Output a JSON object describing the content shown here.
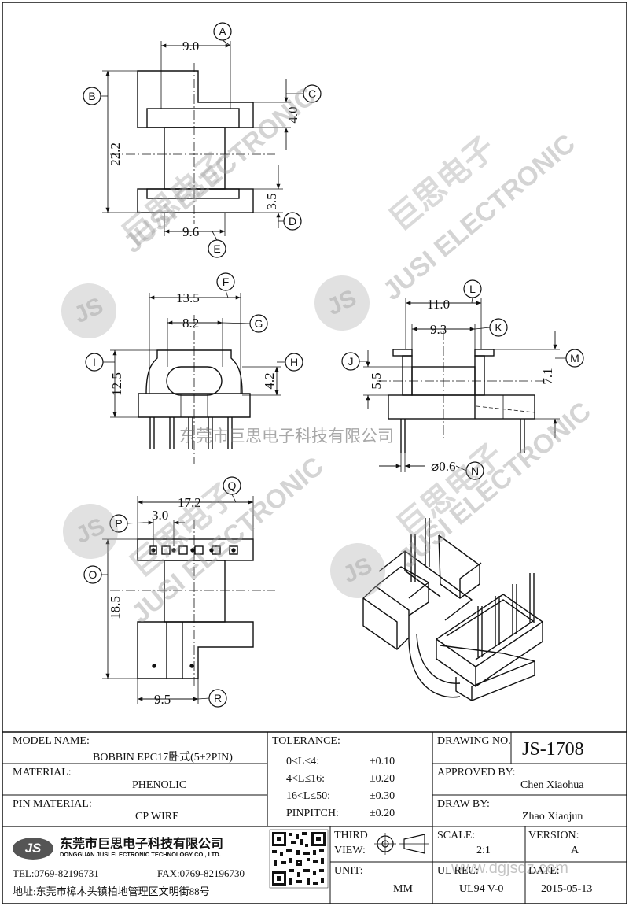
{
  "dimensions": {
    "top_view": {
      "d9_0": "9.0",
      "d22_2": "22.2",
      "d4_0": "4.0",
      "d3_5": "3.5",
      "d9_6": "9.6"
    },
    "front_view": {
      "d13_5": "13.5",
      "d8_2": "8.2",
      "d12_5": "12.5",
      "d4_2": "4.2"
    },
    "side_view": {
      "d11_0": "11.0",
      "d9_3": "9.3",
      "d5_5": "5.5",
      "d7_1": "7.1",
      "dia0_6": "⌀0.6"
    },
    "bottom_view": {
      "d17_2": "17.2",
      "d3_0": "3.0",
      "d18_5": "18.5",
      "d9_5": "9.5"
    }
  },
  "callouts": [
    "A",
    "B",
    "C",
    "D",
    "E",
    "F",
    "G",
    "H",
    "I",
    "J",
    "K",
    "L",
    "M",
    "N",
    "O",
    "P",
    "Q",
    "R"
  ],
  "watermarks": {
    "center_text": "东莞市巨思电子科技有限公司",
    "brand": "JS",
    "arc_text": "JUSI ELECTRONIC",
    "chinese_brand": "巨思电子",
    "url": "www.dgjsdz.com"
  },
  "title_block": {
    "model_name_label": "MODEL NAME:",
    "model_name_value": "BOBBIN EPC17卧式(5+2PIN)",
    "material_label": "MATERIAL:",
    "material_value": "PHENOLIC",
    "pin_material_label": "PIN MATERIAL:",
    "pin_material_value": "CP WIRE",
    "tolerance_label": "TOLERANCE:",
    "tolerance_rows": [
      {
        "range": "0<L≤4:",
        "value": "±0.10"
      },
      {
        "range": "4<L≤16:",
        "value": "±0.20"
      },
      {
        "range": "16<L≤50:",
        "value": "±0.30"
      },
      {
        "range": "PINPITCH:",
        "value": "±0.20"
      }
    ],
    "drawing_no_label": "DRAWING NO.",
    "drawing_no_value": "JS-1708",
    "approved_by_label": "APPROVED BY:",
    "approved_by_value": "Chen Xiaohua",
    "draw_by_label": "DRAW BY:",
    "draw_by_value": "Zhao Xiaojun",
    "company_logo": "JS",
    "company_cn": "东莞市巨思电子科技有限公司",
    "company_en": "DONGGUAN JUSI ELECTRONIC TECHNOLOGY CO., LTD.",
    "tel": "TEL:0769-82196731",
    "fax": "FAX:0769-82196730",
    "address": "地址:东莞市樟木头镇柏地管理区文明街88号",
    "third_view_label_1": "THIRD",
    "third_view_label_2": "VIEW:",
    "unit_label": "UNIT:",
    "unit_value": "MM",
    "scale_label": "SCALE:",
    "scale_value": "2:1",
    "version_label": "VERSION:",
    "version_value": "A",
    "ul_rec_label": "UL REC:",
    "ul_rec_value": "UL94 V-0",
    "date_label": "DATE:",
    "date_value": "2015-05-13"
  }
}
